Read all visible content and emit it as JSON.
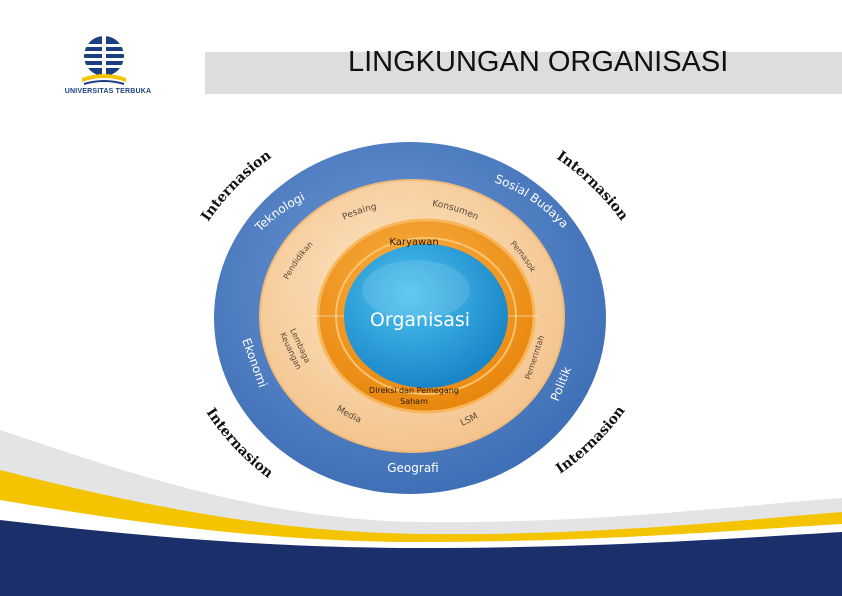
{
  "logo": {
    "text": "UNIVERSITAS TERBUKA"
  },
  "slide": {
    "title": "LINGKUNGAN ORGANISASI"
  },
  "diagram": {
    "outer_ring": {
      "international_tl": "Internasional",
      "international_tr": "Internasional",
      "international_bl": "Internasional",
      "international_br": "Internasional",
      "teknologi": "Teknologi",
      "sosial_budaya": "Sosial Budaya",
      "ekonomi": "Ekonomi",
      "politik": "Politik",
      "geografi": "Geografi"
    },
    "middle_ring": {
      "pesaing": "Pesaing",
      "konsumen": "Konsumen",
      "pendidikan": "Pendidikan",
      "pemasok": "Pemasok",
      "lembaga_keuangan_1": "Lembaga",
      "lembaga_keuangan_2": "Keuangan",
      "pemerintah": "Pemerintah",
      "media": "Media",
      "lsm": "LSM"
    },
    "inner_ring": {
      "karyawan": "Karyawan",
      "direksi_1": "Direksi dan Pemegang",
      "direksi_2": "Saham"
    },
    "core": {
      "label": "Organisasi"
    },
    "colors": {
      "outer_blue": "#4a7cc4",
      "middle_peach": "#f8d3a6",
      "inner_orange": "#f39c1c",
      "core_blue": "#2aa7e0",
      "footer_navy": "#1b2f6b",
      "footer_yellow": "#f5c400"
    }
  }
}
